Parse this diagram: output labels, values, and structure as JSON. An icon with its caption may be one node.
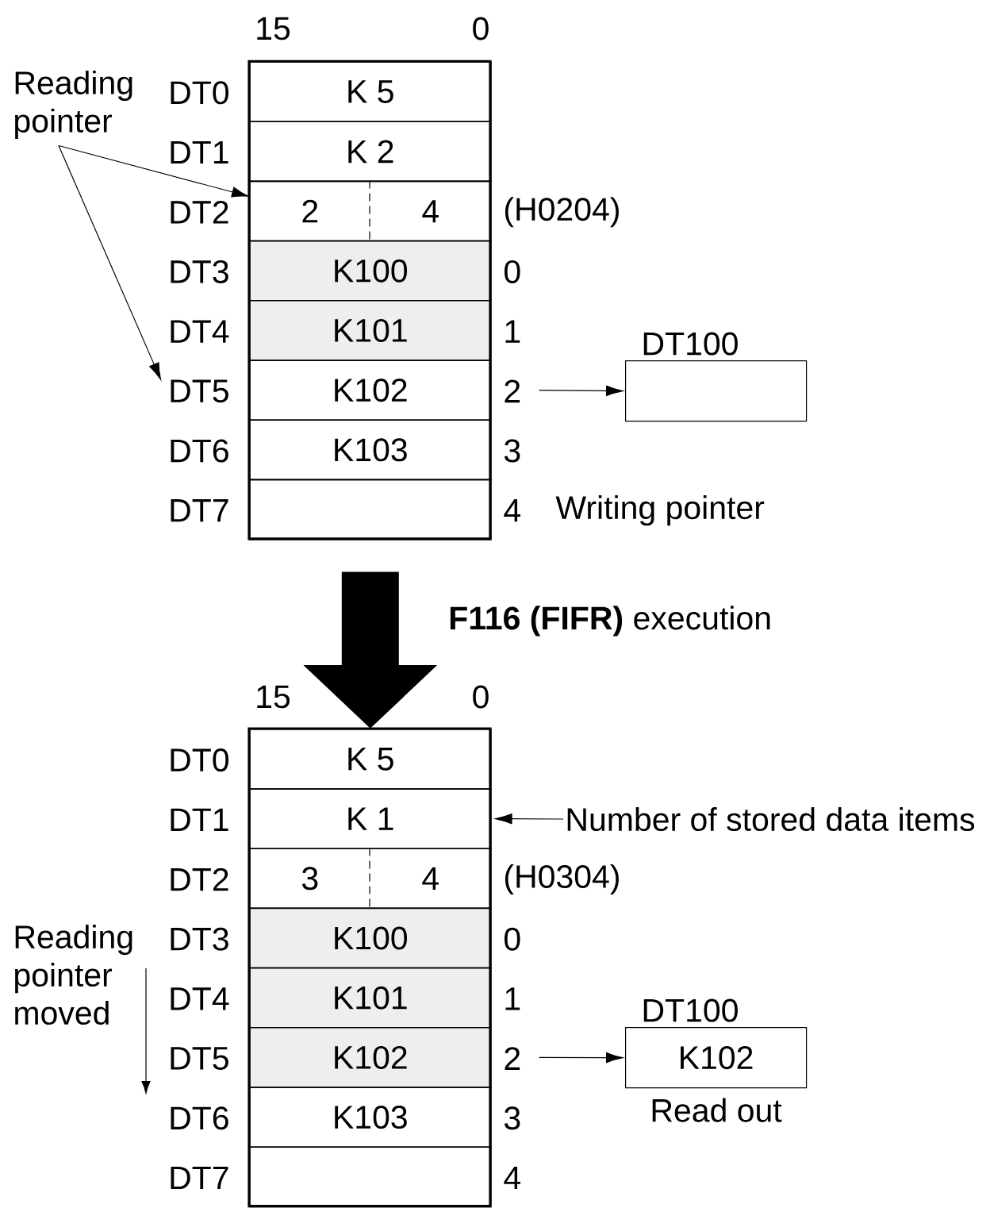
{
  "diagram": {
    "nodes": [
      {
        "text": [
          "Reading pointer"
        ]
      },
      {
        "text": [
          "K 5"
        ],
        "beside": [
          "DT0"
        ]
      },
      {
        "text": [
          "K 2"
        ],
        "beside": [
          "DT1"
        ]
      },
      {
        "text": [
          "2",
          "4"
        ],
        "beside": [
          "DT2",
          "(H0204)"
        ]
      },
      {
        "text": [
          "K100"
        ],
        "beside": [
          "DT3",
          "0"
        ]
      },
      {
        "text": [
          "K101"
        ],
        "beside": [
          "DT4",
          "1"
        ]
      },
      {
        "text": [
          "K102"
        ],
        "beside": [
          "2"
        ]
      },
      {
        "text": [
          "K103"
        ],
        "beside": [
          "DT6",
          "3"
        ]
      },
      {
        "text": [],
        "shape": "box",
        "beside": [
          "DT7",
          "4",
          "Writing pointer"
        ]
      },
      {
        "text": [
          "DT100"
        ]
      },
      {
        "text": [
          "Reading pointer moved"
        ]
      },
      {
        "text": [
          "K 5"
        ],
        "beside": [
          "DT0"
        ]
      },
      {
        "text": [
          "K 1"
        ],
        "beside": [
          "DT1"
        ]
      },
      {
        "text": [
          "3",
          "4"
        ],
        "beside": [
          "DT2",
          "(H0304)"
        ]
      },
      {
        "text": [
          "K100"
        ],
        "beside": [
          "DT3",
          "0"
        ]
      },
      {
        "text": [
          "K101"
        ],
        "beside": [
          "DT4",
          "1"
        ]
      },
      {
        "text": [
          "K102"
        ],
        "beside": [
          "DT5",
          "2"
        ]
      },
      {
        "text": [
          "K103"
        ],
        "beside": [
          "DT6",
          "3"
        ]
      },
      {
        "text": [],
        "shape": "box",
        "beside": [
          "DT7",
          "4"
        ]
      },
      {
        "text": [
          "DT100",
          "K102"
        ],
        "beside": [
          "Read out"
        ]
      },
      {
        "text": [
          "Number of stored data items"
        ]
      },
      {
        "text": [
          "DT5"
        ]
      }
    ],
    "edges": [
      {
        "from": 0,
        "to": 3,
        "arrow": "to"
      },
      {
        "from": 0,
        "to": 21,
        "arrow": "to"
      },
      {
        "from": 6,
        "to": 9,
        "arrow": "to"
      },
      {
        "from": 8,
        "to": 11,
        "arrow": "to",
        "style": "thick",
        "label": "**F116 (FIFR)** execution"
      },
      {
        "from": 20,
        "to": 12,
        "arrow": "to"
      },
      {
        "from": 16,
        "to": 19,
        "arrow": "to"
      }
    ],
    "labels": [
      "15",
      "0",
      "15",
      "0"
    ]
  }
}
